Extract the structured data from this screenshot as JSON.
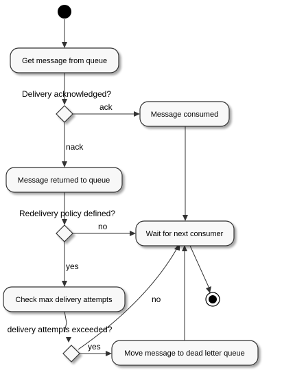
{
  "diagram": {
    "nodes": {
      "get_message": "Get message from queue",
      "message_consumed": "Message consumed",
      "message_returned": "Message returned to queue",
      "wait_next_consumer": "Wait for next consumer",
      "check_max_attempts": "Check max delivery attempts",
      "move_dead_letter": "Move message to dead letter queue"
    },
    "decisions": {
      "delivery_acknowledged": "Delivery acknowledged?",
      "redelivery_policy": "Redelivery policy defined?",
      "attempts_exceeded": "delivery attempts exceeded?"
    },
    "edge_labels": {
      "ack": "ack",
      "nack": "nack",
      "policy_no": "no",
      "policy_yes": "yes",
      "exceeded_no": "no",
      "exceeded_yes": "yes"
    },
    "colors": {
      "node_fill": "#f8f8f8",
      "stroke": "#333333",
      "start_fill": "#000000"
    }
  }
}
